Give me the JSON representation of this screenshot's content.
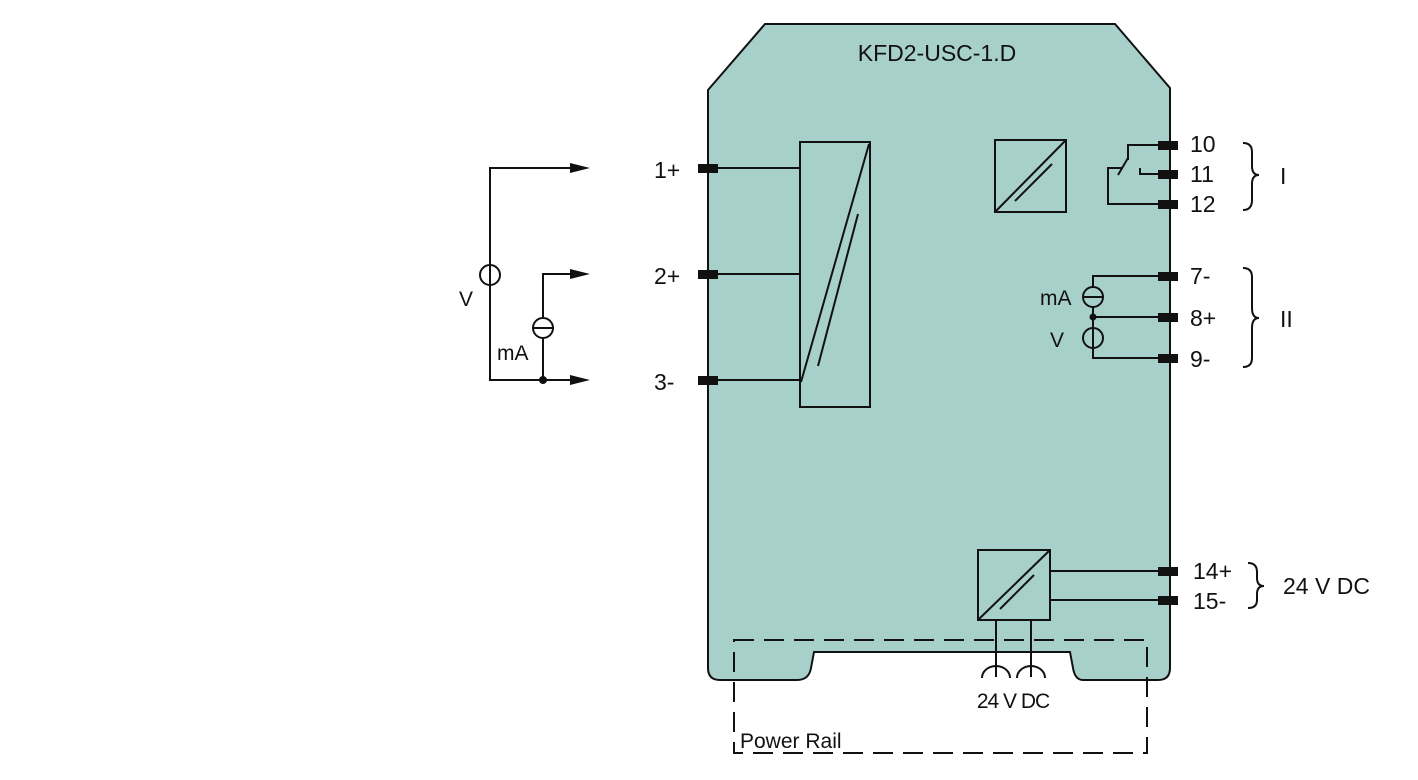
{
  "device": {
    "title": "KFD2-USC-1.D",
    "body_color": "#a8d0cb"
  },
  "inputs": {
    "terminals": [
      "1+",
      "2+",
      "3-"
    ],
    "voltage_label": "V",
    "current_label": "mA"
  },
  "relay_output": {
    "terminals": [
      "10",
      "11",
      "12"
    ],
    "group_label": "I"
  },
  "analog_output": {
    "terminals": [
      "7-",
      "8+",
      "9-"
    ],
    "group_label": "II",
    "current_label": "mA",
    "voltage_label": "V"
  },
  "supply": {
    "terminals": [
      "14+",
      "15-"
    ],
    "label": "24 V DC",
    "rail_label": "24 V DC",
    "power_rail_label": "Power Rail"
  }
}
